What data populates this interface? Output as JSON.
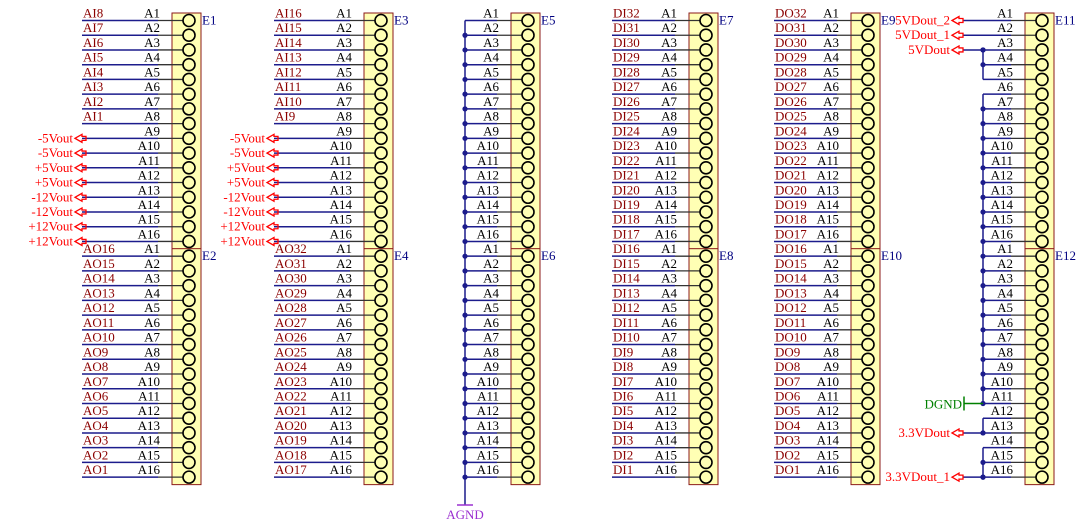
{
  "pin_labels": [
    "A1",
    "A2",
    "A3",
    "A4",
    "A5",
    "A6",
    "A7",
    "A8",
    "A9",
    "A10",
    "A11",
    "A12",
    "A13",
    "A14",
    "A15",
    "A16"
  ],
  "colors": {
    "wire": "#1c1c8c",
    "net_label": "#8b0000",
    "power_port": "#ff0000",
    "designator": "#000080",
    "box_fill": "#ffffb4",
    "box_border": "#8b1a1a",
    "agnd": "#9b30d0",
    "dgnd": "#008000"
  },
  "columns": [
    {
      "top": "E1",
      "bottom": "E2",
      "type": "labels",
      "top_nets": [
        "AI8",
        "AI7",
        "AI6",
        "AI5",
        "AI4",
        "AI3",
        "AI2",
        "AI1",
        "",
        "",
        "",
        "",
        "",
        "",
        "",
        ""
      ],
      "top_ports": [
        "",
        "",
        "",
        "",
        "",
        "",
        "",
        "",
        "-5Vout",
        "-5Vout",
        "+5Vout",
        "+5Vout",
        "-12Vout",
        "-12Vout",
        "+12Vout",
        "+12Vout"
      ],
      "bottom_nets": [
        "AO16",
        "AO15",
        "AO14",
        "AO13",
        "AO12",
        "AO11",
        "AO10",
        "AO9",
        "AO8",
        "AO7",
        "AO6",
        "AO5",
        "AO4",
        "AO3",
        "AO2",
        "AO1"
      ]
    },
    {
      "top": "E3",
      "bottom": "E4",
      "type": "labels",
      "top_nets": [
        "AI16",
        "AI15",
        "AI14",
        "AI13",
        "AI12",
        "AI11",
        "AI10",
        "AI9",
        "",
        "",
        "",
        "",
        "",
        "",
        "",
        ""
      ],
      "top_ports": [
        "",
        "",
        "",
        "",
        "",
        "",
        "",
        "",
        "-5Vout",
        "-5Vout",
        "+5Vout",
        "+5Vout",
        "-12Vout",
        "-12Vout",
        "+12Vout",
        "+12Vout"
      ],
      "bottom_nets": [
        "AO32",
        "AO31",
        "AO30",
        "AO29",
        "AO28",
        "AO27",
        "AO26",
        "AO25",
        "AO24",
        "AO23",
        "AO22",
        "AO21",
        "AO20",
        "AO19",
        "AO18",
        "AO17"
      ]
    },
    {
      "top": "E5",
      "bottom": "E6",
      "type": "bus",
      "ground": "AGND"
    },
    {
      "top": "E7",
      "bottom": "E8",
      "type": "labels",
      "top_nets": [
        "DI32",
        "DI31",
        "DI30",
        "DI29",
        "DI28",
        "DI27",
        "DI26",
        "DI25",
        "DI24",
        "DI23",
        "DI22",
        "DI21",
        "DI20",
        "DI19",
        "DI18",
        "DI17"
      ],
      "bottom_nets": [
        "DI16",
        "DI15",
        "DI14",
        "DI13",
        "DI12",
        "DI11",
        "DI10",
        "DI9",
        "DI8",
        "DI7",
        "DI6",
        "DI5",
        "DI4",
        "DI3",
        "DI2",
        "DI1"
      ]
    },
    {
      "top": "E9",
      "bottom": "E10",
      "type": "labels",
      "top_nets": [
        "DO32",
        "DO31",
        "DO30",
        "DO29",
        "DO28",
        "DO27",
        "DO26",
        "DO25",
        "DO24",
        "DO23",
        "DO22",
        "DO21",
        "DO20",
        "DO19",
        "DO18",
        "DO17"
      ],
      "bottom_nets": [
        "DO16",
        "DO15",
        "DO14",
        "DO13",
        "DO12",
        "DO11",
        "DO10",
        "DO9",
        "DO8",
        "DO7",
        "DO6",
        "DO5",
        "DO4",
        "DO3",
        "DO2",
        "DO1"
      ]
    },
    {
      "top": "E11",
      "bottom": "E12",
      "type": "groups",
      "groups": [
        {
          "rows": [
            0
          ],
          "port": "5VDout_2"
        },
        {
          "rows": [
            1
          ],
          "port": "5VDout_1"
        },
        {
          "rows": [
            2,
            3,
            4
          ],
          "port": "5VDout"
        },
        {
          "rows": [
            5,
            6,
            7,
            8,
            9,
            10,
            11,
            12,
            13,
            14,
            15,
            16,
            17,
            18,
            19,
            20,
            21,
            22,
            23,
            24,
            25,
            26
          ],
          "ground": "DGND"
        },
        {
          "rows": [
            27,
            28
          ],
          "port": "3.3VDout"
        },
        {
          "rows": [
            29,
            30,
            31
          ],
          "port": "3.3VDout_1"
        }
      ]
    }
  ]
}
